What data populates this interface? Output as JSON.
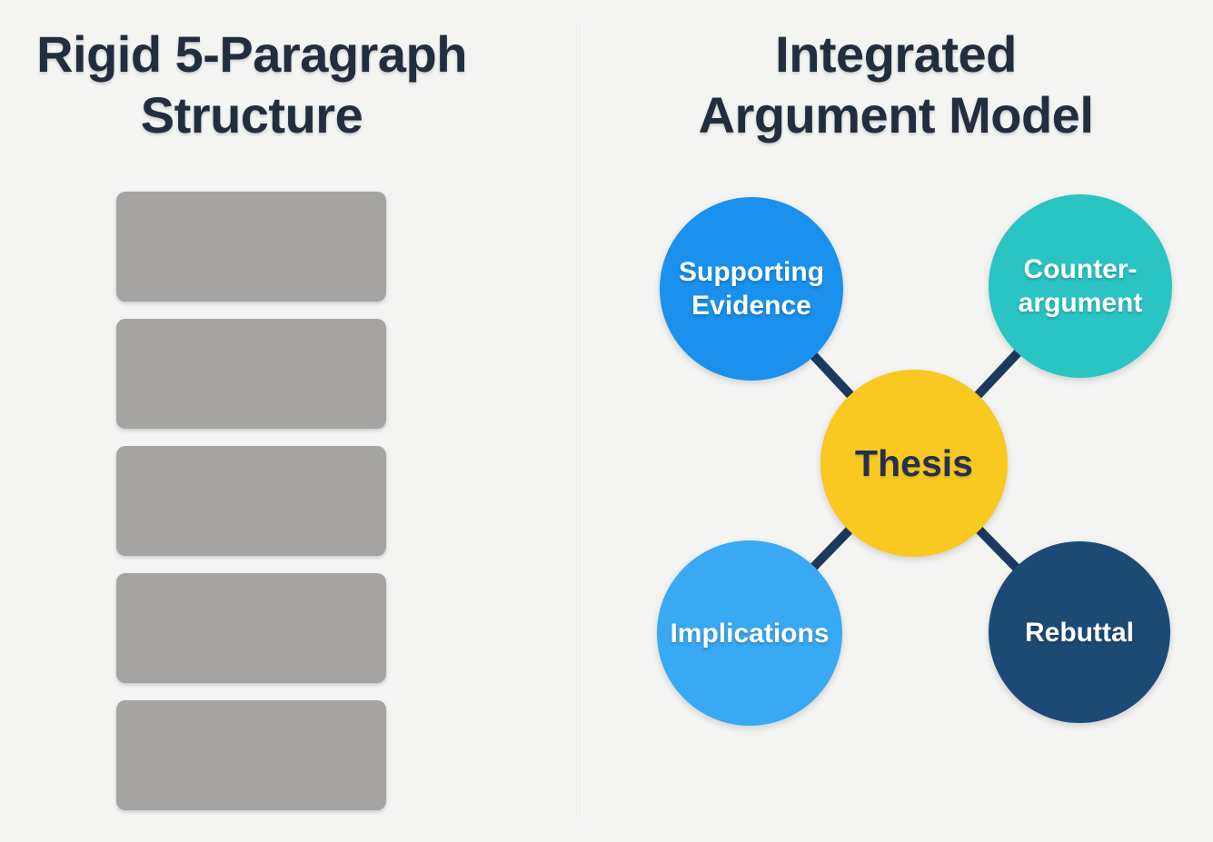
{
  "colors": {
    "background": "#f4f4f3",
    "title": "#222d3d",
    "block": "#a5a4a3",
    "connector": "#1b3a5e",
    "thesis": "#f9c821",
    "thesis-text": "#233050",
    "supporting": "#1a91ee",
    "counter": "#2ac5c3",
    "implications": "#38a9f2",
    "rebuttal": "#1d4a74"
  },
  "left_panel": {
    "title_line1": "Rigid 5-Paragraph",
    "title_line2": "Structure",
    "block_count": 5
  },
  "right_panel": {
    "title_line1": "Integrated",
    "title_line2": "Argument Model",
    "center_node": {
      "label": "Thesis",
      "color": "#f9c821",
      "text_color": "#233050"
    },
    "satellite_nodes": [
      {
        "id": "supporting-evidence",
        "lines": [
          "Supporting",
          "Evidence"
        ],
        "color": "#1a91ee",
        "position": "top-left"
      },
      {
        "id": "counter-argument",
        "lines": [
          "Counter-",
          "argument"
        ],
        "color": "#2ac5c3",
        "position": "top-right"
      },
      {
        "id": "implications",
        "lines": [
          "Implications"
        ],
        "color": "#38a9f2",
        "position": "bottom-left"
      },
      {
        "id": "rebuttal",
        "lines": [
          "Rebuttal"
        ],
        "color": "#1d4a74",
        "position": "bottom-right"
      }
    ]
  }
}
